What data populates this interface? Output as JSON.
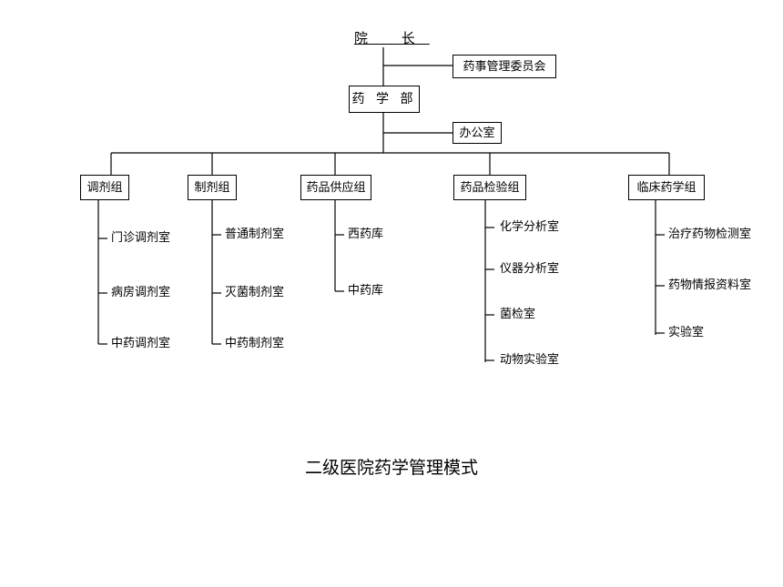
{
  "director": "院 长",
  "committee": "药事管理委员会",
  "pharmacy_dept": "药 学 部",
  "office": "办公室",
  "groups": [
    {
      "name": "调剂组",
      "units": [
        "门诊调剂室",
        "病房调剂室",
        "中药调剂室"
      ]
    },
    {
      "name": "制剂组",
      "units": [
        "普通制剂室",
        "灭菌制剂室",
        "中药制剂室"
      ]
    },
    {
      "name": "药品供应组",
      "units": [
        "西药库",
        "中药库"
      ]
    },
    {
      "name": "药品检验组",
      "units": [
        "化学分析室",
        "仪器分析室",
        "菌检室",
        "动物实验室"
      ]
    },
    {
      "name": "临床药学组",
      "units": [
        "治疗药物检测室",
        "药物情报资料室",
        "实验室"
      ]
    }
  ],
  "caption": "二级医院药学管理模式"
}
